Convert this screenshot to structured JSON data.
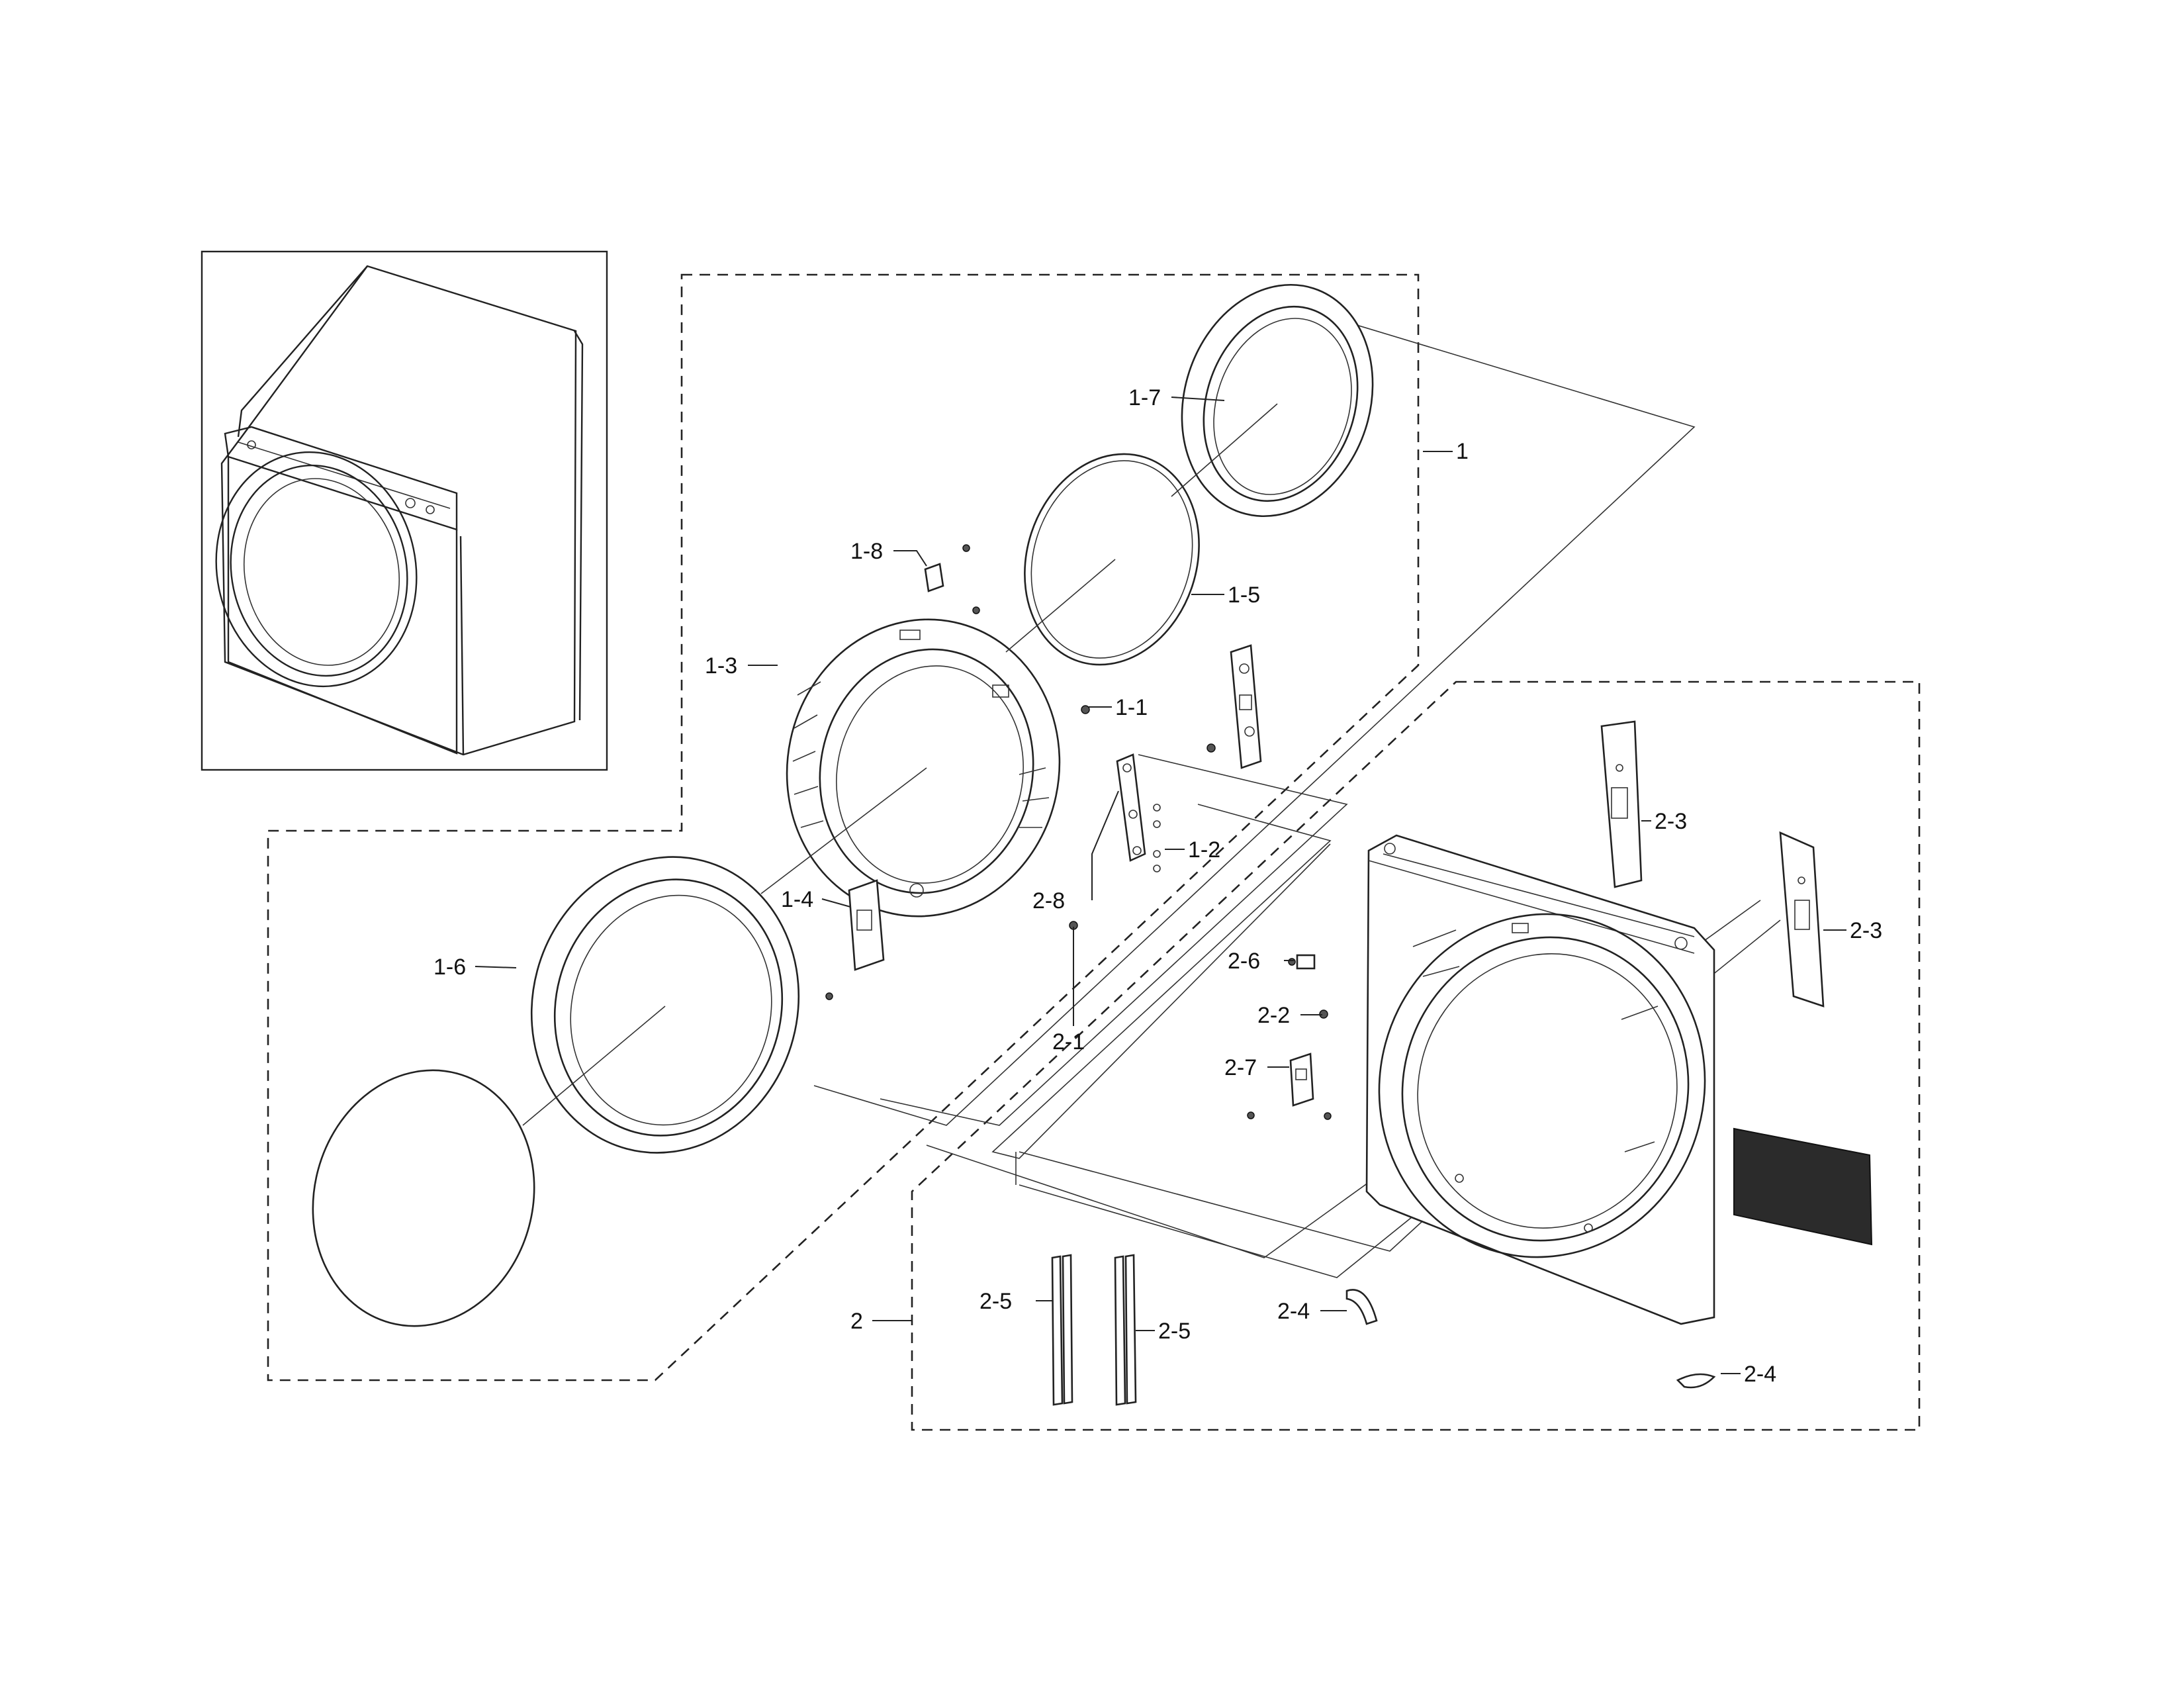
{
  "callouts": {
    "c1": "1",
    "c1_1": "1-1",
    "c1_2": "1-2",
    "c1_3": "1-3",
    "c1_4": "1-4",
    "c1_5": "1-5",
    "c1_6": "1-6",
    "c1_7": "1-7",
    "c1_8": "1-8",
    "c2": "2",
    "c2_1": "2-1",
    "c2_2": "2-2",
    "c2_3a": "2-3",
    "c2_3b": "2-3",
    "c2_4a": "2-4",
    "c2_4b": "2-4",
    "c2_5a": "2-5",
    "c2_5b": "2-5",
    "c2_6": "2-6",
    "c2_7": "2-7",
    "c2_8": "2-8"
  }
}
